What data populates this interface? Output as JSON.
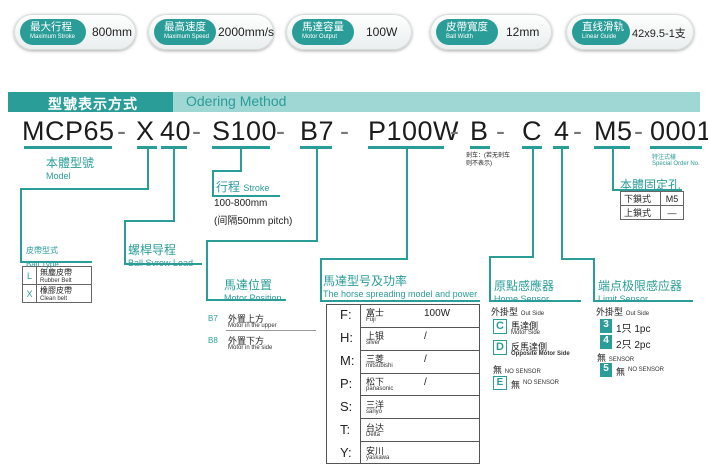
{
  "specs": [
    {
      "label_cn": "最大行程",
      "label_en": "Maximum Stroke",
      "value": "800mm"
    },
    {
      "label_cn": "最高速度",
      "label_en": "Maximum Speed",
      "value": "2000mm/s"
    },
    {
      "label_cn": "馬達容量",
      "label_en": "Motor Output",
      "value": "100W"
    },
    {
      "label_cn": "皮帶寬度",
      "label_en": "Ball Width",
      "value": "12mm"
    },
    {
      "label_cn": "直线滑轨",
      "label_en": "Linear Guide",
      "value": "42x9.5-1支"
    }
  ],
  "banner": {
    "title_cn": "型號表示方式",
    "title_en": "Odering Method"
  },
  "code": {
    "p1": "MCP65",
    "d1": "-",
    "p2": "X",
    "p3": "40",
    "d2": "-",
    "p4": "S100",
    "d3": "-",
    "p5": "B7",
    "d4": "-",
    "p6": "P100W",
    "d5": "-",
    "p7": "B",
    "d6": "-",
    "p8": "C",
    "p9": "4",
    "d7": "-",
    "p10": "M5",
    "d8": "-",
    "p11": "0001"
  },
  "model": {
    "cn": "本體型號",
    "en": "Model"
  },
  "brake": {
    "note": "剎车：(若无剎车则不表示)"
  },
  "special": {
    "cn": "特注式樣",
    "en": "Special Order No."
  },
  "belt": {
    "title_cn": "皮帶型式",
    "title_en": "Ball Type",
    "rows": [
      {
        "code": "L",
        "cn": "無塵皮帶",
        "en": "Rubber Belt"
      },
      {
        "code": "X",
        "cn": "橡膠皮帶",
        "en": "Clean belt"
      }
    ]
  },
  "lead": {
    "title_cn": "螺桿导程",
    "title_en": "Ball Svrew Lead"
  },
  "stroke": {
    "title_cn": "行程",
    "title_en": "Stroke",
    "range": "100-800mm",
    "note": "(间隔50mm pitch)"
  },
  "motor_pos": {
    "title_cn": "馬達位置",
    "title_en": "Motor Position",
    "rows": [
      {
        "code": "B7",
        "cn": "外置上方",
        "en": "Motor in the upper"
      },
      {
        "code": "B8",
        "cn": "外置下方",
        "en": "Motor in the side"
      }
    ]
  },
  "motor": {
    "title_cn": "馬達型号及功率",
    "title_en": "The horse spreading model and power",
    "rows": [
      {
        "code": "F:",
        "cn": "富士",
        "en": "Fuji",
        "power": "100W"
      },
      {
        "code": "H:",
        "cn": "上银",
        "en": "silver",
        "power": "/"
      },
      {
        "code": "M:",
        "cn": "三菱",
        "en": "mitsubishi",
        "power": "/"
      },
      {
        "code": "P:",
        "cn": "松下",
        "en": "panasonic",
        "power": "/"
      },
      {
        "code": "S:",
        "cn": "三洋",
        "en": "sanyo",
        "power": ""
      },
      {
        "code": "T:",
        "cn": "台达",
        "en": "Delta",
        "power": ""
      },
      {
        "code": "Y:",
        "cn": "安川",
        "en": "yaskawa",
        "power": ""
      }
    ]
  },
  "home": {
    "title_cn": "原點感應器",
    "title_en": "Home Sensor",
    "head_cn": "外掛型",
    "head_en": "Out Side",
    "rows": [
      {
        "code": "C",
        "cn": "馬達側",
        "en": "Motor Side"
      },
      {
        "code": "D",
        "cn": "反馬達側",
        "en": "Opposite Motor Side"
      }
    ],
    "none_cn": "無",
    "none_en": "NO SENSOR",
    "none_code": "E",
    "none2_cn": "無",
    "none2_en": "NO SENSOR"
  },
  "limit": {
    "title_cn": "端点极限感应器",
    "title_en": "Limit Sensor",
    "head_cn": "外掛型",
    "head_en": "Out Side",
    "rows": [
      {
        "code": "3",
        "text": "1只 1pc"
      },
      {
        "code": "4",
        "text": "2只 2pc"
      }
    ],
    "none_cn": "無",
    "none_en": "SENSOR",
    "none_code": "5",
    "none2_cn": "無",
    "none2_en": "NO SENSOR"
  },
  "fix": {
    "title": "本體固定孔",
    "rows": [
      {
        "label": "下鎖式",
        "value": "M5"
      },
      {
        "label": "上鎖式",
        "value": "—"
      }
    ]
  },
  "colors": {
    "accent": "#2a9d98",
    "banner_light": "#9fd7d4"
  }
}
